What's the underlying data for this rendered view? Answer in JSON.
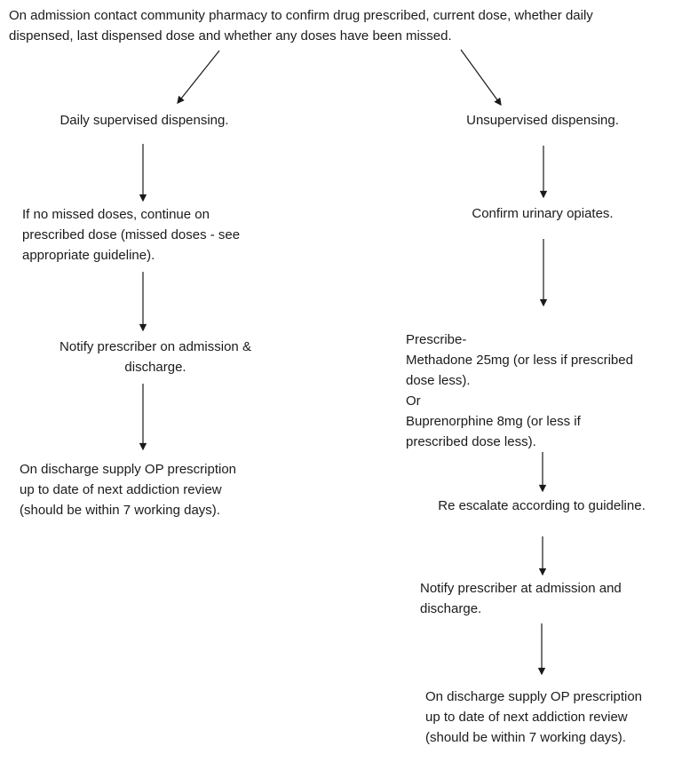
{
  "colors": {
    "background": "#ffffff",
    "text": "#1b1b1b",
    "arrow": "#1a1a1a"
  },
  "header": {
    "lines": [
      "On admission contact community pharmacy to confirm drug prescribed, current dose, whether daily",
      "dispensed, last dispensed dose and whether any doses have been missed."
    ]
  },
  "left_branch": {
    "title": "Daily supervised dispensing.",
    "steps": [
      {
        "lines": [
          "If no missed doses, continue on",
          "prescribed dose (missed doses - see",
          "appropriate guideline)."
        ]
      },
      {
        "lines": [
          "Notify prescriber on admission &",
          "discharge."
        ]
      },
      {
        "lines": [
          "On discharge supply OP prescription",
          "up to date of next addiction review",
          "(should be within 7 working days)."
        ]
      }
    ]
  },
  "right_branch": {
    "title": "Unsupervised dispensing.",
    "steps": [
      {
        "lines": [
          "Confirm urinary opiates."
        ]
      },
      {
        "lines": [
          "Prescribe-",
          "Methadone 25mg (or less if prescribed",
          "dose less).",
          "Or",
          "Buprenorphine 8mg (or less if",
          "prescribed dose less)."
        ]
      },
      {
        "lines": [
          "Re escalate according to guideline."
        ]
      },
      {
        "lines": [
          "Notify prescriber at admission and",
          "discharge."
        ]
      },
      {
        "lines": [
          "On discharge supply OP prescription",
          "up to date of next addiction review",
          "(should be within 7 working days)."
        ]
      }
    ]
  },
  "connections": [
    {
      "from": "header",
      "to": "daily-supervised-dispensing"
    },
    {
      "from": "header",
      "to": "unsupervised-dispensing"
    },
    {
      "from": "daily-supervised-dispensing",
      "to": "continue-prescribed-dose"
    },
    {
      "from": "continue-prescribed-dose",
      "to": "notify-prescriber-left"
    },
    {
      "from": "notify-prescriber-left",
      "to": "discharge-op-prescription-left"
    },
    {
      "from": "unsupervised-dispensing",
      "to": "confirm-urinary-opiates"
    },
    {
      "from": "confirm-urinary-opiates",
      "to": "prescribe-methadone-or-buprenorphine"
    },
    {
      "from": "prescribe-methadone-or-buprenorphine",
      "to": "re-escalate-according-to-guideline"
    },
    {
      "from": "re-escalate-according-to-guideline",
      "to": "notify-prescriber-right"
    },
    {
      "from": "notify-prescriber-right",
      "to": "discharge-op-prescription-right"
    }
  ]
}
